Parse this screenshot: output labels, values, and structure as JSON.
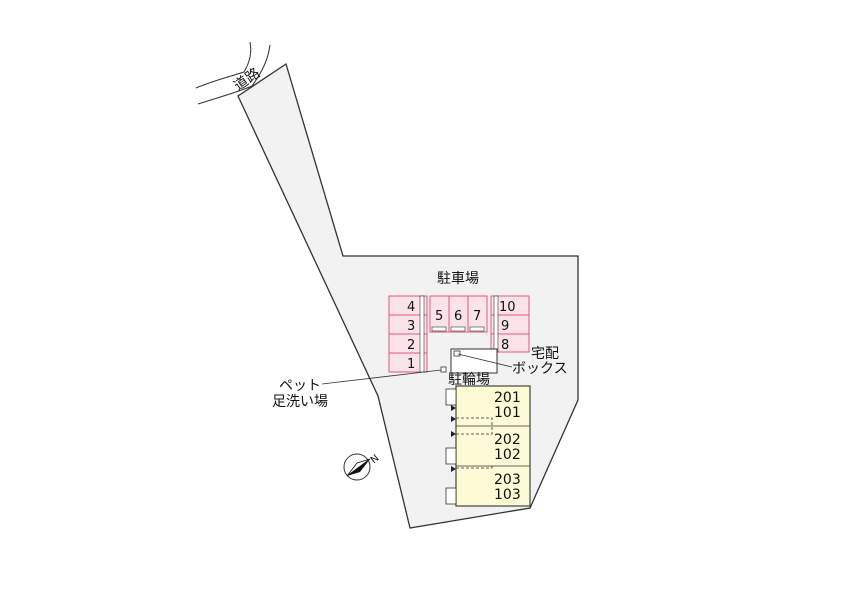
{
  "map": {
    "road_label": "道路",
    "parking_label": "駐車場",
    "bike_parking_label": "駐輪場",
    "delivery_box_label_line1": "宅配",
    "delivery_box_label_line2": "ボックス",
    "pet_wash_label_line1": "ペット",
    "pet_wash_label_line2": "足洗い場",
    "north_label": "N",
    "parking_spaces_left": [
      "4",
      "3",
      "2",
      "1"
    ],
    "parking_spaces_middle": [
      "5",
      "6",
      "7"
    ],
    "parking_spaces_right": [
      "10",
      "9",
      "8"
    ],
    "units": [
      {
        "upper": "201",
        "lower": "101"
      },
      {
        "upper": "202",
        "lower": "102"
      },
      {
        "upper": "203",
        "lower": "103"
      }
    ],
    "colors": {
      "lot_fill": "#f2f2f2",
      "parking_fill": "#fbe3ea",
      "parking_stroke": "#e8557a",
      "building_fill": "#fdfbd6",
      "outline": "#333333"
    }
  }
}
